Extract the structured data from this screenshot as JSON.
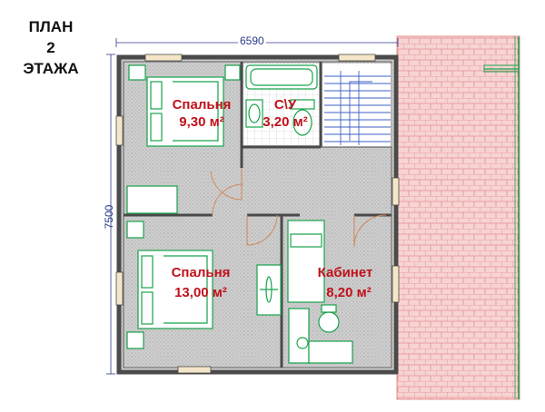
{
  "title": {
    "line1": "ПЛАН",
    "line2": "2",
    "line3": "ЭТАЖА"
  },
  "dimensions": {
    "width": "6590",
    "height": "7500"
  },
  "rooms": [
    {
      "name": "Спальня",
      "area": "9,30 м²"
    },
    {
      "name": "С\\У",
      "area": "3,20 м²"
    },
    {
      "name": "Спальня",
      "area": "13,00 м²"
    },
    {
      "name": "Кабинет",
      "area": "8,20 м²"
    }
  ],
  "colors": {
    "wall": "#4a4a4a",
    "floor": "#c9c9c9",
    "furniture": "#17a34a",
    "label": "#c0111a",
    "dimension": "#2b3a8c",
    "roof": "#f0b8b8"
  },
  "icons": [
    "bed-icon",
    "bathtub-icon",
    "toilet-icon",
    "sink-icon",
    "stairs-icon",
    "desk-icon",
    "chair-icon",
    "table-icon",
    "door-icon",
    "window-icon"
  ]
}
